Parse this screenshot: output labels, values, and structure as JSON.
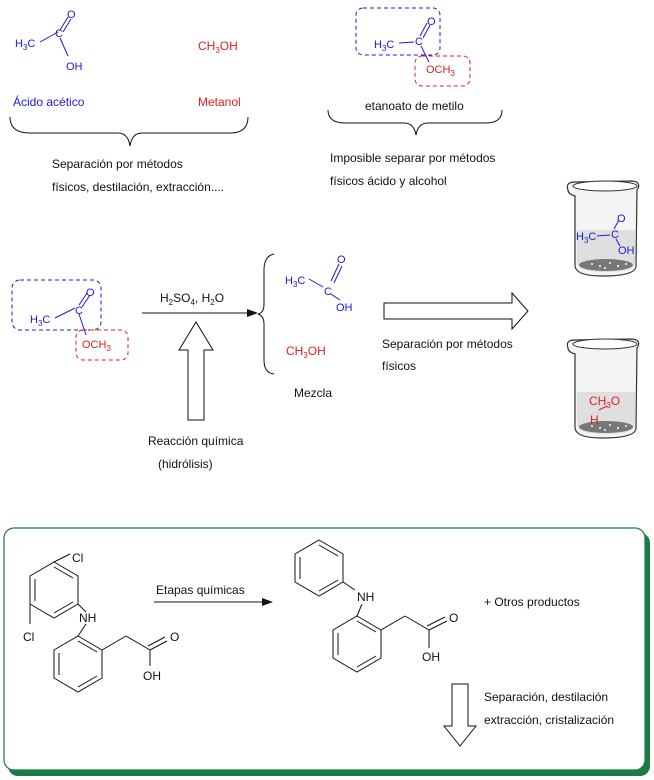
{
  "colors": {
    "blue": "#1b1bd6",
    "red": "#e01e1e",
    "black": "#111111",
    "frame_green": "#1c7a45"
  },
  "top": {
    "acetic": {
      "h3c": "H",
      "h3c_sub": "3",
      "h3c_c": "C",
      "c": "C",
      "o": "O",
      "oh": "OH",
      "name": "Ácido acético"
    },
    "methanol": {
      "ch": "CH",
      "sub": "3",
      "oh": "OH",
      "name": "Metanol"
    },
    "brace_left_text": [
      "Separación por métodos",
      "físicos, destilación, extracción...."
    ],
    "ester": {
      "h3c": "H",
      "sub": "3",
      "cc": "C",
      "c": "C",
      "o": "O",
      "och": "OCH",
      "och_sub": "3",
      "name": "etanoato de metilo"
    },
    "brace_right_text": [
      "Imposible separar por métodos",
      "físicos ácido y alcohol"
    ]
  },
  "middle": {
    "ester": {
      "h3c": "H",
      "sub": "3",
      "cc": "C",
      "c": "C",
      "o": "O",
      "och": "OCH",
      "och_sub": "3"
    },
    "reagents": {
      "h": "H",
      "h_sub": "2",
      "so": "SO",
      "so_sub": "4",
      "rest": ", H",
      "h2_sub": "2",
      "o": "O"
    },
    "reaction_label": [
      "Reacción química",
      "(hidrólisis)"
    ],
    "acid": {
      "h3c": "H",
      "sub": "3",
      "cc": "C",
      "c": "C",
      "o": "O",
      "oh": "OH"
    },
    "methanol": {
      "ch": "CH",
      "sub": "3",
      "oh": "OH"
    },
    "mixture_label": "Mezcla",
    "separation_label": [
      "Separación por métodos",
      "físicos"
    ],
    "beaker1": {
      "h3c": "H",
      "sub": "3",
      "cc": "C",
      "c": "C",
      "o": "O",
      "oh": "OH"
    },
    "beaker2": {
      "ch": "CH",
      "sub": "3",
      "o": "O",
      "h": "H"
    }
  },
  "bottom": {
    "cl_top": "Cl",
    "cl_bottom": "Cl",
    "nh_left": "NH",
    "oh_left": "OH",
    "o_left": "O",
    "steps_label": "Etapas químicas",
    "nh_right": "NH",
    "oh_right": "OH",
    "o_right": "O",
    "other_products": "+  Otros productos",
    "separation_label": [
      "Separación,   destilación",
      "extracción, cristalización"
    ]
  }
}
